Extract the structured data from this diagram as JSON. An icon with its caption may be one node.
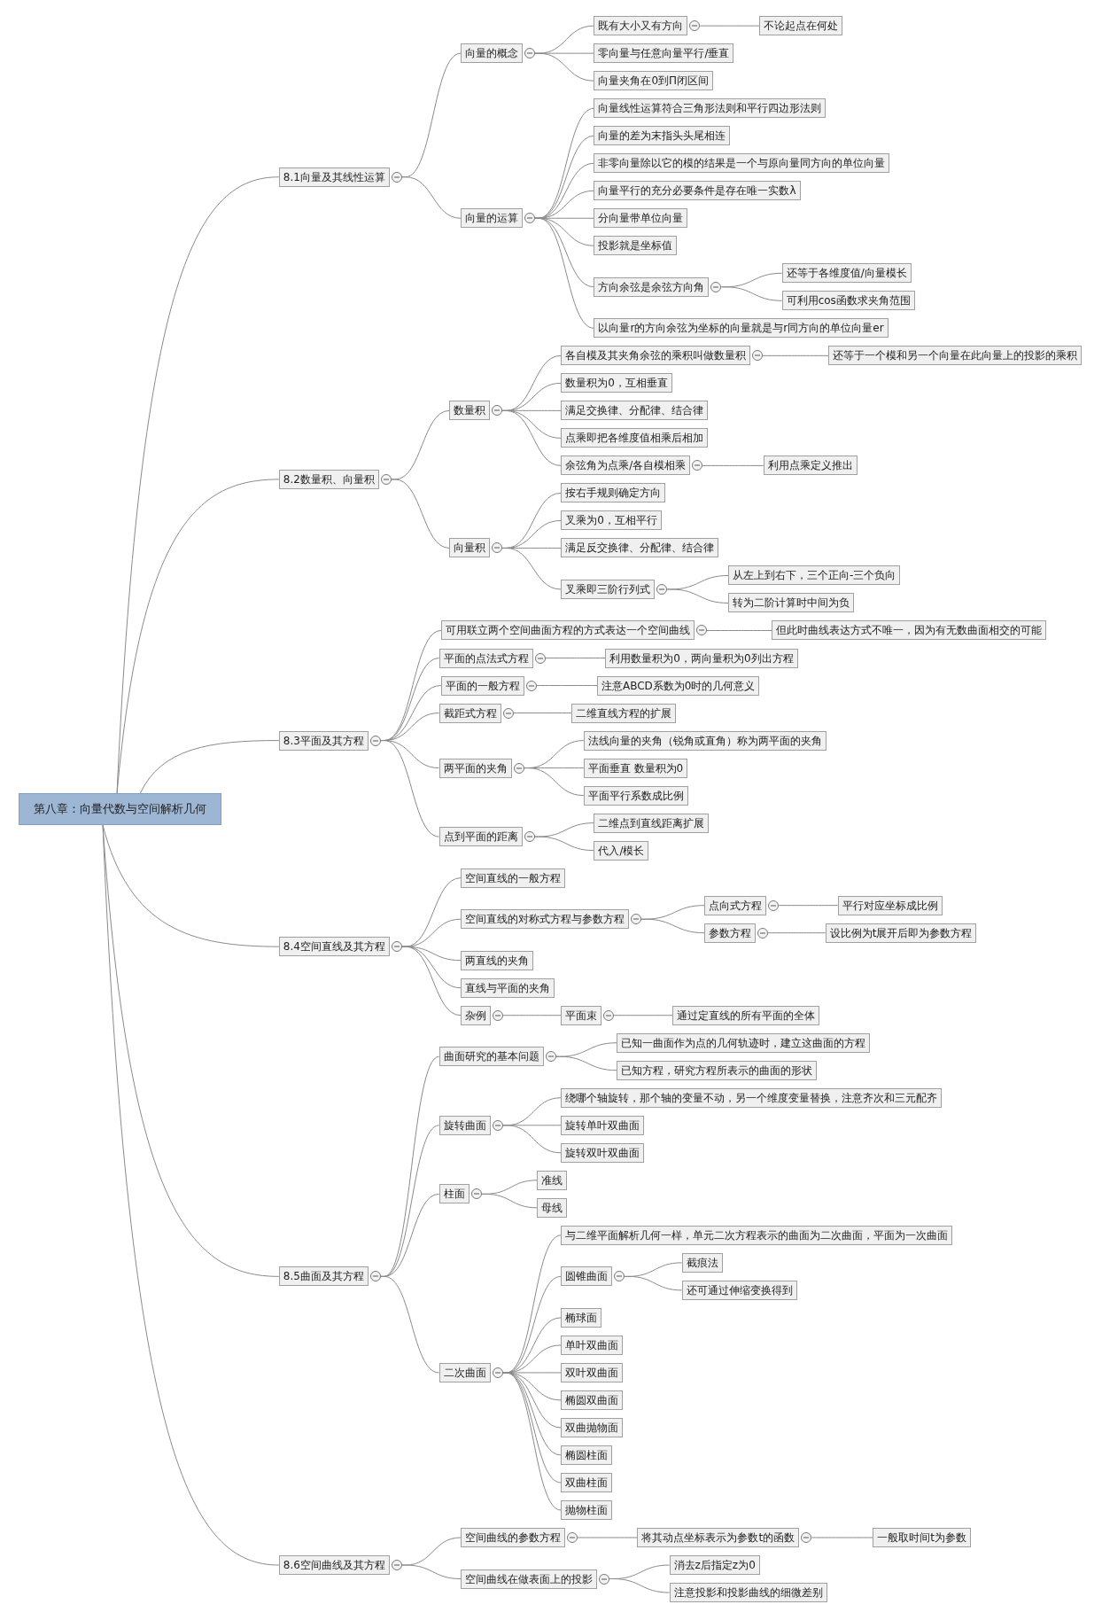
{
  "diagram": {
    "nodes": [
      {
        "text": [
          "第八章：向量代数与空间解析几何"
        ]
      },
      {
        "text": [
          "8.1向量及其线性运算"
        ]
      },
      {
        "text": [
          "向量的概念"
        ]
      },
      {
        "text": [
          "既有大小又有方向"
        ]
      },
      {
        "text": [
          "不论起点在何处"
        ]
      },
      {
        "text": [
          "零向量与任意向量平行/垂直"
        ]
      },
      {
        "text": [
          "向量夹角在0到Π闭区间"
        ]
      },
      {
        "text": [
          "向量的运算"
        ]
      },
      {
        "text": [
          "向量线性运算符合三角形法则和平行四边形法则"
        ]
      },
      {
        "text": [
          "向量的差为末指头头尾相连"
        ]
      },
      {
        "text": [
          "非零向量除以它的模的结果是一个与原向量同方向的单位向量"
        ]
      },
      {
        "text": [
          "向量平行的充分必要条件是存在唯一实数λ"
        ]
      },
      {
        "text": [
          "分向量带单位向量"
        ]
      },
      {
        "text": [
          "投影就是坐标值"
        ]
      },
      {
        "text": [
          "方向余弦是余弦方向角"
        ]
      },
      {
        "text": [
          "还等于各维度值/向量模长"
        ]
      },
      {
        "text": [
          "可利用cos函数求夹角范围"
        ]
      },
      {
        "text": [
          "以向量r的方向余弦为坐标的向量就是与r同方向的单位向量er"
        ]
      },
      {
        "text": [
          "8.2数量积、向量积"
        ]
      },
      {
        "text": [
          "数量积"
        ]
      },
      {
        "text": [
          "各自模及其夹角余弦的乘积叫做数量积"
        ]
      },
      {
        "text": [
          "还等于一个模和另一个向量在此向量上的投影的乘积"
        ]
      },
      {
        "text": [
          "数量积为0，互相垂直"
        ]
      },
      {
        "text": [
          "满足交换律、分配律、结合律"
        ]
      },
      {
        "text": [
          "点乘即把各维度值相乘后相加"
        ]
      },
      {
        "text": [
          "余弦角为点乘/各自模相乘"
        ]
      },
      {
        "text": [
          "利用点乘定义推出"
        ]
      },
      {
        "text": [
          "向量积"
        ]
      },
      {
        "text": [
          "按右手规则确定方向"
        ]
      },
      {
        "text": [
          "叉乘为0，互相平行"
        ]
      },
      {
        "text": [
          "满足反交换律、分配律、结合律"
        ]
      },
      {
        "text": [
          "叉乘即三阶行列式"
        ]
      },
      {
        "text": [
          "从左上到右下，三个正向-三个负向"
        ]
      },
      {
        "text": [
          "转为二阶计算时中间为负"
        ]
      },
      {
        "text": [
          "8.3平面及其方程"
        ]
      },
      {
        "text": [
          "可用联立两个空间曲面方程的方式表达一个空间曲线"
        ]
      },
      {
        "text": [
          "但此时曲线表达方式不唯一，因为有无数曲面相交的可能"
        ]
      },
      {
        "text": [
          "平面的点法式方程"
        ]
      },
      {
        "text": [
          "利用数量积为0，两向量积为0列出方程"
        ]
      },
      {
        "text": [
          "平面的一般方程"
        ]
      },
      {
        "text": [
          "注意ABCD系数为0时的几何意义"
        ]
      },
      {
        "text": [
          "截距式方程"
        ]
      },
      {
        "text": [
          "二维直线方程的扩展"
        ]
      },
      {
        "text": [
          "两平面的夹角"
        ]
      },
      {
        "text": [
          "法线向量的夹角（锐角或直角）称为两平面的夹角"
        ]
      },
      {
        "text": [
          "平面垂直 数量积为0"
        ]
      },
      {
        "text": [
          "平面平行系数成比例"
        ]
      },
      {
        "text": [
          "点到平面的距离"
        ]
      },
      {
        "text": [
          "二维点到直线距离扩展"
        ]
      },
      {
        "text": [
          "代入/模长"
        ]
      },
      {
        "text": [
          "8.4空间直线及其方程"
        ]
      },
      {
        "text": [
          "空间直线的一般方程"
        ]
      },
      {
        "text": [
          "空间直线的对称式方程与参数方程"
        ]
      },
      {
        "text": [
          "点向式方程"
        ]
      },
      {
        "text": [
          "平行对应坐标成比例"
        ]
      },
      {
        "text": [
          "参数方程"
        ]
      },
      {
        "text": [
          "设比例为t展开后即为参数方程"
        ]
      },
      {
        "text": [
          "两直线的夹角"
        ]
      },
      {
        "text": [
          "直线与平面的夹角"
        ]
      },
      {
        "text": [
          "杂例"
        ]
      },
      {
        "text": [
          "平面束"
        ]
      },
      {
        "text": [
          "通过定直线的所有平面的全体"
        ]
      },
      {
        "text": [
          "8.5曲面及其方程"
        ]
      },
      {
        "text": [
          "曲面研究的基本问题"
        ]
      },
      {
        "text": [
          "已知一曲面作为点的几何轨迹时，建立这曲面的方程"
        ]
      },
      {
        "text": [
          "已知方程，研究方程所表示的曲面的形状"
        ]
      },
      {
        "text": [
          "旋转曲面"
        ]
      },
      {
        "text": [
          "绕哪个轴旋转，那个轴的变量不动，另一个维度变量替换，注意齐次和三元配齐"
        ]
      },
      {
        "text": [
          "旋转单叶双曲面"
        ]
      },
      {
        "text": [
          "旋转双叶双曲面"
        ]
      },
      {
        "text": [
          "柱面"
        ]
      },
      {
        "text": [
          "准线"
        ]
      },
      {
        "text": [
          "母线"
        ]
      },
      {
        "text": [
          "二次曲面"
        ]
      },
      {
        "text": [
          "与二维平面解析几何一样，单元二次方程表示的曲面为二次曲面，平面为一次曲面"
        ]
      },
      {
        "text": [
          "圆锥曲面"
        ]
      },
      {
        "text": [
          "截痕法"
        ]
      },
      {
        "text": [
          "还可通过伸缩变换得到"
        ]
      },
      {
        "text": [
          "椭球面"
        ]
      },
      {
        "text": [
          "单叶双曲面"
        ]
      },
      {
        "text": [
          "双叶双曲面"
        ]
      },
      {
        "text": [
          "椭圆双曲面"
        ]
      },
      {
        "text": [
          "双曲抛物面"
        ]
      },
      {
        "text": [
          "椭圆柱面"
        ]
      },
      {
        "text": [
          "双曲柱面"
        ]
      },
      {
        "text": [
          "抛物柱面"
        ]
      },
      {
        "text": [
          "8.6空间曲线及其方程"
        ]
      },
      {
        "text": [
          "空间曲线的参数方程"
        ]
      },
      {
        "text": [
          "将其动点坐标表示为参数t的函数"
        ]
      },
      {
        "text": [
          "一般取时间t为参数"
        ]
      },
      {
        "text": [
          "空间曲线在做表面上的投影"
        ]
      },
      {
        "text": [
          "消去z后指定z为0"
        ]
      },
      {
        "text": [
          "注意投影和投影曲线的细微差别"
        ]
      }
    ],
    "edges": [
      {
        "from": 0,
        "to": 1,
        "arrow": "none"
      },
      {
        "from": 1,
        "to": 2,
        "arrow": "none"
      },
      {
        "from": 2,
        "to": 3,
        "arrow": "none"
      },
      {
        "from": 3,
        "to": 4,
        "arrow": "none"
      },
      {
        "from": 2,
        "to": 5,
        "arrow": "none"
      },
      {
        "from": 2,
        "to": 6,
        "arrow": "none"
      },
      {
        "from": 1,
        "to": 7,
        "arrow": "none"
      },
      {
        "from": 7,
        "to": 8,
        "arrow": "none"
      },
      {
        "from": 7,
        "to": 9,
        "arrow": "none"
      },
      {
        "from": 7,
        "to": 10,
        "arrow": "none"
      },
      {
        "from": 7,
        "to": 11,
        "arrow": "none"
      },
      {
        "from": 7,
        "to": 12,
        "arrow": "none"
      },
      {
        "from": 7,
        "to": 13,
        "arrow": "none"
      },
      {
        "from": 7,
        "to": 14,
        "arrow": "none"
      },
      {
        "from": 14,
        "to": 15,
        "arrow": "none"
      },
      {
        "from": 14,
        "to": 16,
        "arrow": "none"
      },
      {
        "from": 7,
        "to": 17,
        "arrow": "none"
      },
      {
        "from": 0,
        "to": 18,
        "arrow": "none"
      },
      {
        "from": 18,
        "to": 19,
        "arrow": "none"
      },
      {
        "from": 19,
        "to": 20,
        "arrow": "none"
      },
      {
        "from": 20,
        "to": 21,
        "arrow": "none"
      },
      {
        "from": 19,
        "to": 22,
        "arrow": "none"
      },
      {
        "from": 19,
        "to": 23,
        "arrow": "none"
      },
      {
        "from": 19,
        "to": 24,
        "arrow": "none"
      },
      {
        "from": 19,
        "to": 25,
        "arrow": "none"
      },
      {
        "from": 25,
        "to": 26,
        "arrow": "none"
      },
      {
        "from": 18,
        "to": 27,
        "arrow": "none"
      },
      {
        "from": 27,
        "to": 28,
        "arrow": "none"
      },
      {
        "from": 27,
        "to": 29,
        "arrow": "none"
      },
      {
        "from": 27,
        "to": 30,
        "arrow": "none"
      },
      {
        "from": 27,
        "to": 31,
        "arrow": "none"
      },
      {
        "from": 31,
        "to": 32,
        "arrow": "none"
      },
      {
        "from": 31,
        "to": 33,
        "arrow": "none"
      },
      {
        "from": 0,
        "to": 34,
        "arrow": "none"
      },
      {
        "from": 34,
        "to": 35,
        "arrow": "none"
      },
      {
        "from": 35,
        "to": 36,
        "arrow": "none"
      },
      {
        "from": 34,
        "to": 37,
        "arrow": "none"
      },
      {
        "from": 37,
        "to": 38,
        "arrow": "none"
      },
      {
        "from": 34,
        "to": 39,
        "arrow": "none"
      },
      {
        "from": 39,
        "to": 40,
        "arrow": "none"
      },
      {
        "from": 34,
        "to": 41,
        "arrow": "none"
      },
      {
        "from": 41,
        "to": 42,
        "arrow": "none"
      },
      {
        "from": 34,
        "to": 43,
        "arrow": "none"
      },
      {
        "from": 43,
        "to": 44,
        "arrow": "none"
      },
      {
        "from": 43,
        "to": 45,
        "arrow": "none"
      },
      {
        "from": 43,
        "to": 46,
        "arrow": "none"
      },
      {
        "from": 34,
        "to": 47,
        "arrow": "none"
      },
      {
        "from": 47,
        "to": 48,
        "arrow": "none"
      },
      {
        "from": 47,
        "to": 49,
        "arrow": "none"
      },
      {
        "from": 0,
        "to": 50,
        "arrow": "none"
      },
      {
        "from": 50,
        "to": 51,
        "arrow": "none"
      },
      {
        "from": 50,
        "to": 52,
        "arrow": "none"
      },
      {
        "from": 52,
        "to": 53,
        "arrow": "none"
      },
      {
        "from": 53,
        "to": 54,
        "arrow": "none"
      },
      {
        "from": 52,
        "to": 55,
        "arrow": "none"
      },
      {
        "from": 55,
        "to": 56,
        "arrow": "none"
      },
      {
        "from": 50,
        "to": 57,
        "arrow": "none"
      },
      {
        "from": 50,
        "to": 58,
        "arrow": "none"
      },
      {
        "from": 50,
        "to": 59,
        "arrow": "none"
      },
      {
        "from": 59,
        "to": 60,
        "arrow": "none"
      },
      {
        "from": 60,
        "to": 61,
        "arrow": "none"
      },
      {
        "from": 0,
        "to": 62,
        "arrow": "none"
      },
      {
        "from": 62,
        "to": 63,
        "arrow": "none"
      },
      {
        "from": 63,
        "to": 64,
        "arrow": "none"
      },
      {
        "from": 63,
        "to": 65,
        "arrow": "none"
      },
      {
        "from": 62,
        "to": 66,
        "arrow": "none"
      },
      {
        "from": 66,
        "to": 67,
        "arrow": "none"
      },
      {
        "from": 66,
        "to": 68,
        "arrow": "none"
      },
      {
        "from": 66,
        "to": 69,
        "arrow": "none"
      },
      {
        "from": 62,
        "to": 70,
        "arrow": "none"
      },
      {
        "from": 70,
        "to": 71,
        "arrow": "none"
      },
      {
        "from": 70,
        "to": 72,
        "arrow": "none"
      },
      {
        "from": 62,
        "to": 73,
        "arrow": "none"
      },
      {
        "from": 73,
        "to": 74,
        "arrow": "none"
      },
      {
        "from": 73,
        "to": 75,
        "arrow": "none"
      },
      {
        "from": 75,
        "to": 76,
        "arrow": "none"
      },
      {
        "from": 75,
        "to": 77,
        "arrow": "none"
      },
      {
        "from": 73,
        "to": 78,
        "arrow": "none"
      },
      {
        "from": 73,
        "to": 79,
        "arrow": "none"
      },
      {
        "from": 73,
        "to": 80,
        "arrow": "none"
      },
      {
        "from": 73,
        "to": 81,
        "arrow": "none"
      },
      {
        "from": 73,
        "to": 82,
        "arrow": "none"
      },
      {
        "from": 73,
        "to": 83,
        "arrow": "none"
      },
      {
        "from": 73,
        "to": 84,
        "arrow": "none"
      },
      {
        "from": 73,
        "to": 85,
        "arrow": "none"
      },
      {
        "from": 0,
        "to": 86,
        "arrow": "none"
      },
      {
        "from": 86,
        "to": 87,
        "arrow": "none"
      },
      {
        "from": 87,
        "to": 88,
        "arrow": "none"
      },
      {
        "from": 88,
        "to": 89,
        "arrow": "none"
      },
      {
        "from": 86,
        "to": 90,
        "arrow": "none"
      },
      {
        "from": 90,
        "to": 91,
        "arrow": "none"
      },
      {
        "from": 90,
        "to": 92,
        "arrow": "none"
      }
    ]
  }
}
